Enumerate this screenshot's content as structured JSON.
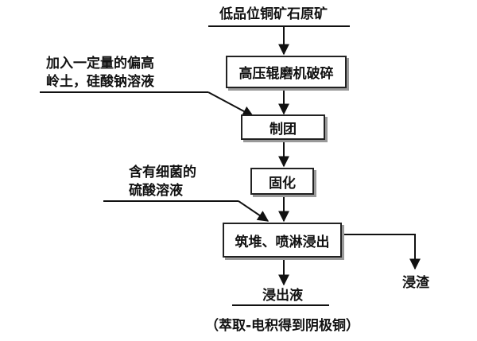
{
  "flowchart": {
    "input_material": "低品位铜矿石原矿",
    "steps": [
      {
        "label": "高压辊磨机破碎"
      },
      {
        "label": "制团"
      },
      {
        "label": "固化"
      },
      {
        "label": "筑堆、喷淋浸出"
      }
    ],
    "additive_1": {
      "line1": "加入一定量的偏高",
      "line2": "岭土，硅酸钠溶液"
    },
    "additive_2": {
      "line1": "含有细菌的",
      "line2": "硫酸溶液"
    },
    "residue": "浸渣",
    "leachate": "浸出液",
    "final_note": "（萃取-电积得到阴极铜）"
  }
}
